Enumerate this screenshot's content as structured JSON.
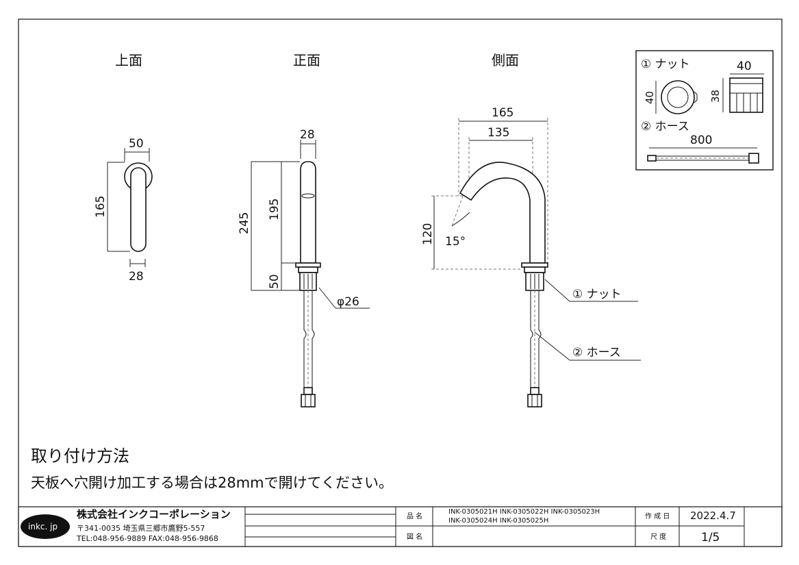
{
  "views": {
    "top": "上面",
    "front": "正面",
    "side": "側面"
  },
  "top_view": {
    "width": "50",
    "length": "165",
    "base": "28"
  },
  "front_view": {
    "width": "28",
    "total": "245",
    "upper": "195",
    "lower": "50",
    "diameter": "φ26"
  },
  "side_view": {
    "reach_outer": "165",
    "reach_inner": "135",
    "height": "120",
    "angle": "15°"
  },
  "callouts": {
    "nut": "① ナット",
    "hose": "② ホース"
  },
  "parts_box": {
    "nut_label": "① ナット",
    "nut_width": "40",
    "nut_diameter": "40",
    "nut_height": "38",
    "hose_label": "② ホース",
    "hose_length": "800"
  },
  "install": {
    "heading": "取り付け方法",
    "instruction": "天板へ穴開け加工する場合は28mmで開けてください。"
  },
  "title_block": {
    "logo_text": "inkc. jp",
    "company": "株式会社インクコーポレーション",
    "address": "〒341-0035 埼玉県三郷市鷹野5-557",
    "contact": "TEL:048-956-9889 FAX:048-956-9868",
    "product_label": "品 名",
    "product_line1": "INK-0305021H  INK-0305022H  INK-0305023H",
    "product_line2": "INK-0305024H  INK-0305025H",
    "drawing_label": "図 名",
    "created_label": "作 成 日",
    "created_date": "2022.4.7",
    "scale_label": "尺 度",
    "scale_value": "1/5"
  }
}
